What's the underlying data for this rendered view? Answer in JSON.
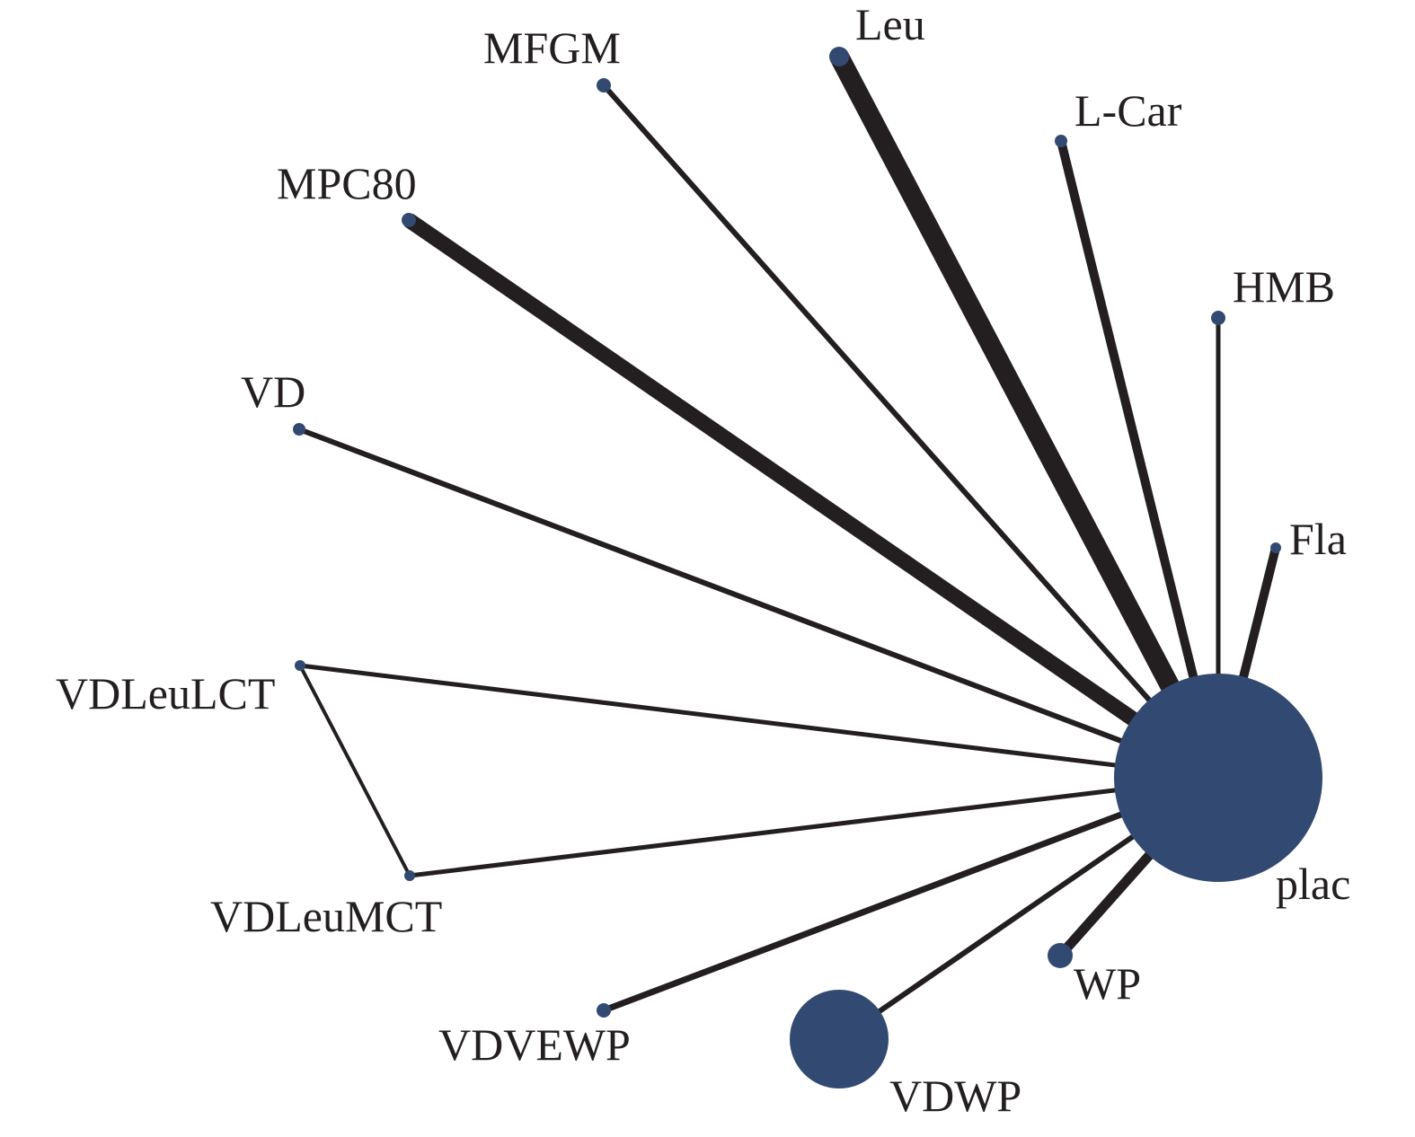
{
  "figure": {
    "type": "network-diagram",
    "node_color": "#324a72",
    "edge_color": "#231f20",
    "label_color": "#231f20"
  },
  "nodes": [
    {
      "id": "plac",
      "label": "plac"
    },
    {
      "id": "Leu",
      "label": "Leu"
    },
    {
      "id": "MFGM",
      "label": "MFGM"
    },
    {
      "id": "L-Car",
      "label": "L-Car"
    },
    {
      "id": "MPC80",
      "label": "MPC80"
    },
    {
      "id": "HMB",
      "label": "HMB"
    },
    {
      "id": "VD",
      "label": "VD"
    },
    {
      "id": "Fla",
      "label": "Fla"
    },
    {
      "id": "VDLeuLCT",
      "label": "VDLeuLCT"
    },
    {
      "id": "VDLeuMCT",
      "label": "VDLeuMCT"
    },
    {
      "id": "VDVEWP",
      "label": "VDVEWP"
    },
    {
      "id": "VDWP",
      "label": "VDWP"
    },
    {
      "id": "WP",
      "label": "WP"
    }
  ],
  "edges": [
    {
      "from": "Leu",
      "to": "plac"
    },
    {
      "from": "MPC80",
      "to": "plac"
    },
    {
      "from": "MFGM",
      "to": "plac"
    },
    {
      "from": "L-Car",
      "to": "plac"
    },
    {
      "from": "HMB",
      "to": "plac"
    },
    {
      "from": "Fla",
      "to": "plac"
    },
    {
      "from": "VD",
      "to": "plac"
    },
    {
      "from": "VDLeuLCT",
      "to": "plac"
    },
    {
      "from": "VDLeuMCT",
      "to": "plac"
    },
    {
      "from": "VDLeuLCT",
      "to": "VDLeuMCT"
    },
    {
      "from": "VDVEWP",
      "to": "plac"
    },
    {
      "from": "VDWP",
      "to": "plac"
    },
    {
      "from": "WP",
      "to": "plac"
    }
  ]
}
